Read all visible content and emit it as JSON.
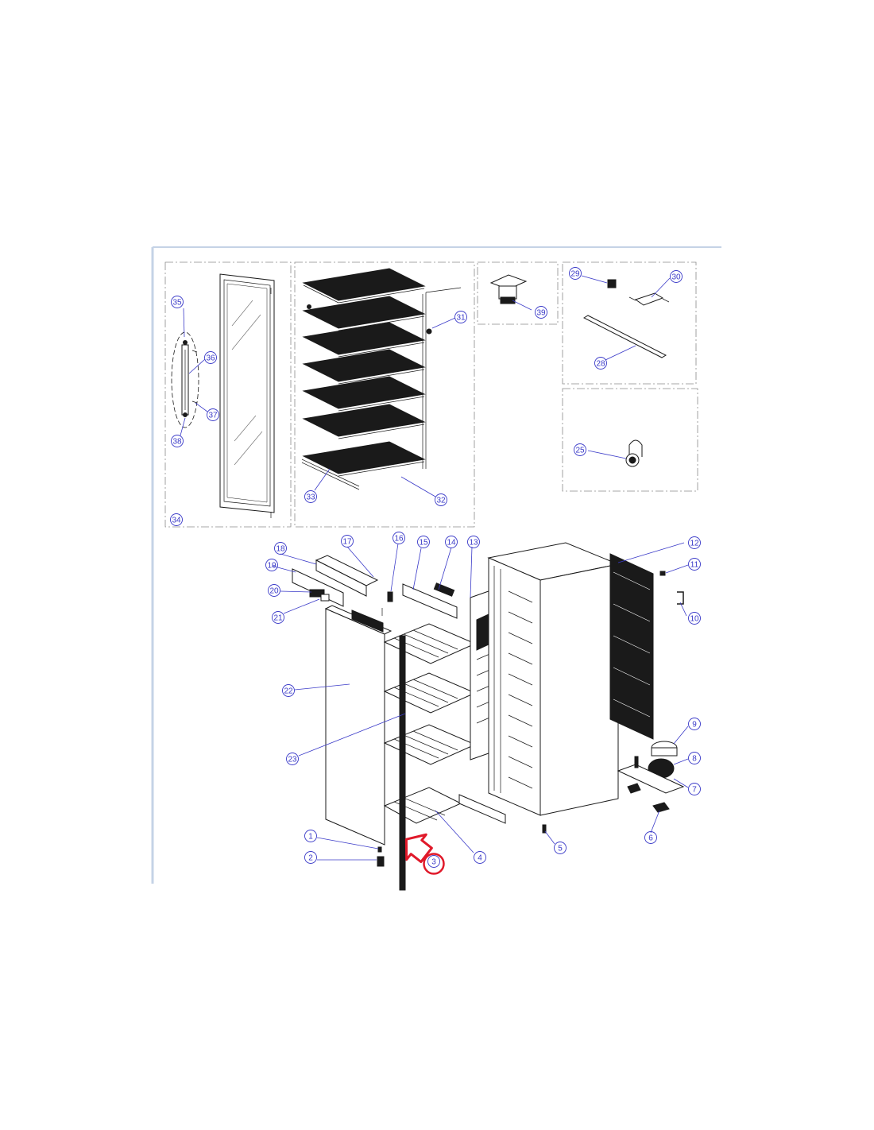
{
  "callouts": {
    "c1": "1",
    "c2": "2",
    "c3": "3",
    "c4": "4",
    "c5": "5",
    "c6": "6",
    "c7": "7",
    "c8": "8",
    "c9": "9",
    "c10": "10",
    "c11": "11",
    "c12": "12",
    "c13": "13",
    "c14": "14",
    "c15": "15",
    "c16": "16",
    "c17": "17",
    "c18": "18",
    "c19": "19",
    "c20": "20",
    "c21": "21",
    "c22": "22",
    "c23": "23",
    "c25": "25",
    "c28": "28",
    "c29": "29",
    "c30": "30",
    "c31": "31",
    "c32": "32",
    "c33": "33",
    "c34": "34",
    "c35": "35",
    "c36": "36",
    "c37": "37",
    "c38": "38",
    "c39": "39"
  },
  "colors": {
    "callout": "#3a3ac8",
    "highlight": "#e0192a",
    "frame": "#c5d3e6"
  },
  "highlight": {
    "target_callout": "3",
    "marker": "red-arrow-and-circle"
  }
}
